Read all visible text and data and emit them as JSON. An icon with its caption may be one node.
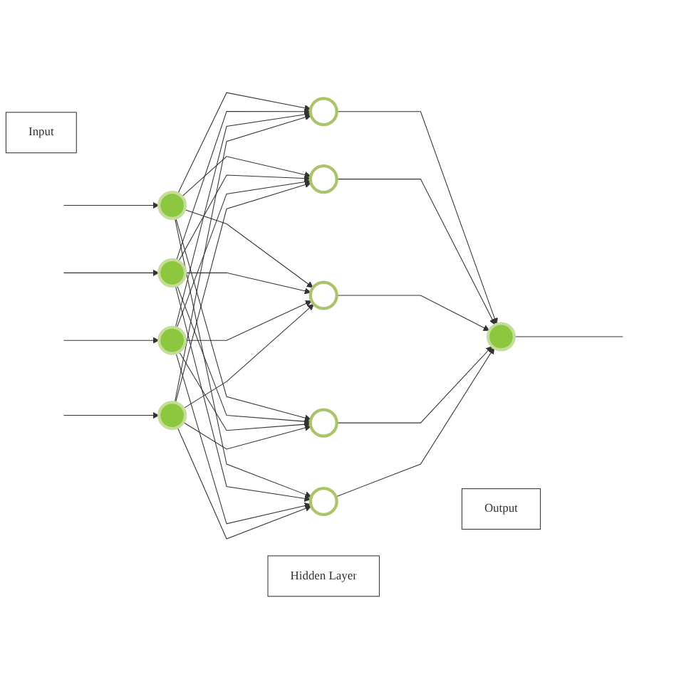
{
  "diagram": {
    "nodes": [
      {
        "text": [],
        "shape": "circle"
      },
      {
        "text": [],
        "shape": "circle"
      },
      {
        "text": [],
        "shape": "circle"
      },
      {
        "text": [],
        "shape": "circle"
      },
      {
        "text": [],
        "shape": "circle"
      },
      {
        "text": [],
        "shape": "circle"
      },
      {
        "text": [],
        "shape": "circle"
      },
      {
        "text": [],
        "shape": "circle"
      },
      {
        "text": [],
        "shape": "circle"
      },
      {
        "text": [],
        "shape": "circle"
      },
      {
        "text": [
          "Input"
        ]
      },
      {
        "text": [
          "Hidden Layer"
        ]
      },
      {
        "text": [
          "Output"
        ]
      }
    ],
    "edges": [
      {
        "from": null,
        "to": 0,
        "arrow": "to"
      },
      {
        "from": null,
        "to": 1,
        "arrow": "to"
      },
      {
        "from": null,
        "to": 2,
        "arrow": "to"
      },
      {
        "from": null,
        "to": 3,
        "arrow": "to"
      },
      {
        "from": 0,
        "to": 4,
        "arrow": "to"
      },
      {
        "from": 0,
        "to": 5,
        "arrow": "to"
      },
      {
        "from": 0,
        "to": 6,
        "arrow": "to"
      },
      {
        "from": 0,
        "to": 7,
        "arrow": "to"
      },
      {
        "from": 0,
        "to": 8,
        "arrow": "to"
      },
      {
        "from": 1,
        "to": 4,
        "arrow": "to"
      },
      {
        "from": 1,
        "to": 5,
        "arrow": "to"
      },
      {
        "from": 1,
        "to": 6,
        "arrow": "to"
      },
      {
        "from": 1,
        "to": 7,
        "arrow": "to"
      },
      {
        "from": 1,
        "to": 8,
        "arrow": "to"
      },
      {
        "from": 2,
        "to": 4,
        "arrow": "to"
      },
      {
        "from": 2,
        "to": 5,
        "arrow": "to"
      },
      {
        "from": 2,
        "to": 6,
        "arrow": "to"
      },
      {
        "from": 2,
        "to": 7,
        "arrow": "to"
      },
      {
        "from": 2,
        "to": 8,
        "arrow": "to"
      },
      {
        "from": 3,
        "to": 4,
        "arrow": "to"
      },
      {
        "from": 3,
        "to": 5,
        "arrow": "to"
      },
      {
        "from": 3,
        "to": 6,
        "arrow": "to"
      },
      {
        "from": 3,
        "to": 7,
        "arrow": "to"
      },
      {
        "from": 3,
        "to": 8,
        "arrow": "to"
      },
      {
        "from": 4,
        "to": 9,
        "arrow": "to"
      },
      {
        "from": 5,
        "to": 9,
        "arrow": "to"
      },
      {
        "from": 6,
        "to": 9,
        "arrow": "to"
      },
      {
        "from": 7,
        "to": 9,
        "arrow": "to"
      },
      {
        "from": 8,
        "to": 9,
        "arrow": "to"
      },
      {
        "from": 9,
        "to": null,
        "arrow": "none"
      }
    ]
  }
}
